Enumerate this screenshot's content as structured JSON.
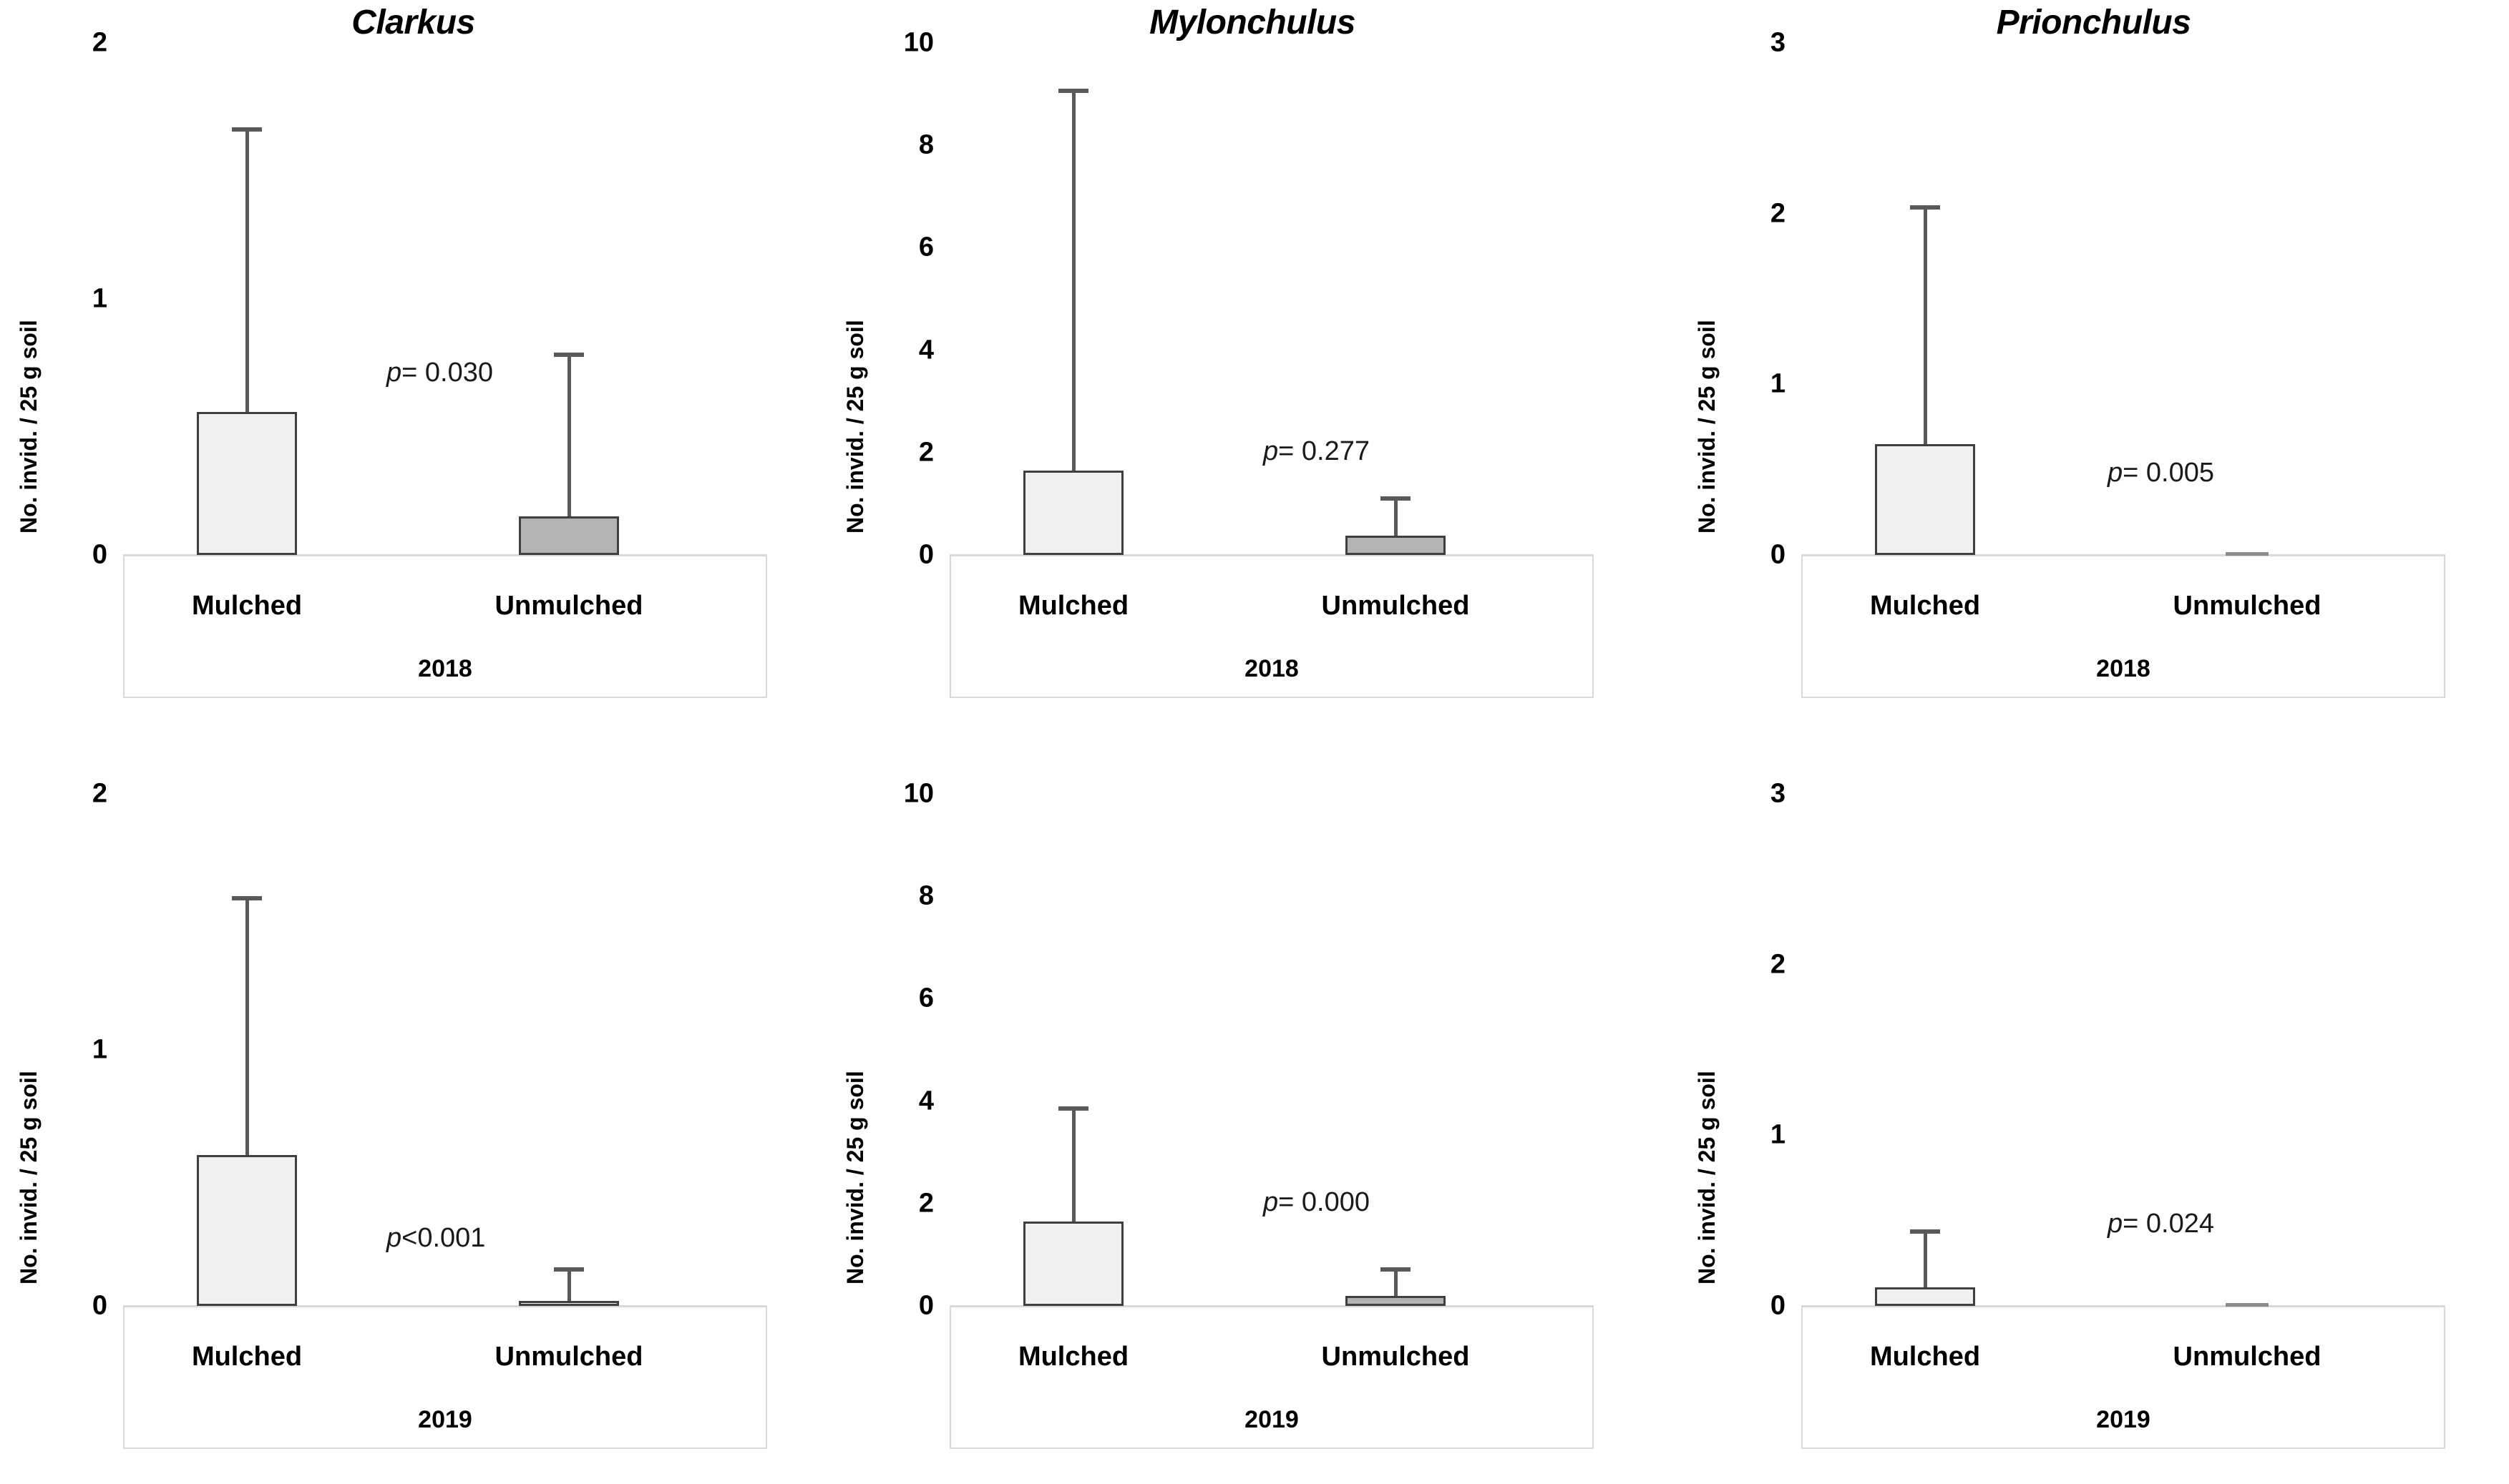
{
  "figure": {
    "axis_title": "No. invid. / 25 g soil",
    "categories": [
      "Mulched",
      "Unmulched"
    ],
    "colors": {
      "mulched_bar": "#f0f0f0",
      "unmulched_bar": "#b3b3b3",
      "bar_border": "#3f3f3f",
      "error_bar": "#595959",
      "axis_line": "#d9d9d9",
      "text": "#000000"
    }
  },
  "chart_data": {
    "type": "bar",
    "title": "",
    "xlabel": "",
    "ylabel": "No. invid. / 25 g soil",
    "grid": false,
    "legend": "none",
    "categories": [
      "Mulched",
      "Unmulched"
    ],
    "panels": [
      {
        "id": "clarkus-2018",
        "genus": "Clarkus",
        "year": "2018",
        "p_prefix": "p",
        "p_operator": "=",
        "p_value": "0.030",
        "p_text": "p= 0.030",
        "ylim": [
          0,
          2
        ],
        "yticks": [
          0,
          1,
          2
        ],
        "ytick_labels": [
          "0",
          "1",
          "2"
        ],
        "values": [
          0.56,
          0.15
        ],
        "errors": [
          1.11,
          0.64
        ],
        "error_tops": [
          1.67,
          0.79
        ],
        "bar_styles": [
          "light",
          "dark"
        ]
      },
      {
        "id": "mylonchulus-2018",
        "genus": "Mylonchulus",
        "year": "2018",
        "p_prefix": "p",
        "p_operator": "=",
        "p_value": "0.277",
        "p_text": "p= 0.277",
        "ylim": [
          0,
          10
        ],
        "yticks": [
          0,
          2,
          4,
          6,
          8,
          10
        ],
        "ytick_labels": [
          "0",
          "2",
          "4",
          "6",
          "8",
          "10"
        ],
        "values": [
          1.65,
          0.38
        ],
        "errors": [
          7.45,
          0.77
        ],
        "error_tops": [
          9.1,
          1.15
        ],
        "bar_styles": [
          "light",
          "dark"
        ]
      },
      {
        "id": "prionchulus-2018",
        "genus": "Prionchulus",
        "year": "2018",
        "p_prefix": "p",
        "p_operator": "=",
        "p_value": "0.005",
        "p_text": "p= 0.005",
        "ylim": [
          0,
          3
        ],
        "yticks": [
          0,
          1,
          2,
          3
        ],
        "ytick_labels": [
          "0",
          "1",
          "2",
          "3"
        ],
        "values": [
          0.65,
          0.0
        ],
        "errors": [
          1.4,
          0.0
        ],
        "error_tops": [
          2.05,
          0.0
        ],
        "bar_styles": [
          "light",
          "zero"
        ]
      },
      {
        "id": "clarkus-2019",
        "genus": "Clarkus",
        "year": "2019",
        "p_prefix": "p",
        "p_operator": "<",
        "p_value": "0.001",
        "p_text": "p<0.001",
        "ylim": [
          0,
          2
        ],
        "yticks": [
          0,
          1,
          2
        ],
        "ytick_labels": [
          "0",
          "1",
          "2"
        ],
        "values": [
          0.59,
          0.02
        ],
        "errors": [
          1.01,
          0.13
        ],
        "error_tops": [
          1.6,
          0.15
        ],
        "bar_styles": [
          "light",
          "light"
        ]
      },
      {
        "id": "mylonchulus-2019",
        "genus": "Mylonchulus",
        "year": "2019",
        "p_prefix": "p",
        "p_operator": "=",
        "p_value": "0.000",
        "p_text": "p= 0.000",
        "ylim": [
          0,
          10
        ],
        "yticks": [
          0,
          2,
          4,
          6,
          8,
          10
        ],
        "ytick_labels": [
          "0",
          "2",
          "4",
          "6",
          "8",
          "10"
        ],
        "values": [
          1.65,
          0.2
        ],
        "errors": [
          2.25,
          0.55
        ],
        "error_tops": [
          3.9,
          0.75
        ],
        "bar_styles": [
          "light",
          "dark"
        ]
      },
      {
        "id": "prionchulus-2019",
        "genus": "Prionchulus",
        "year": "2019",
        "p_prefix": "p",
        "p_operator": "=",
        "p_value": "0.024",
        "p_text": "p= 0.024",
        "ylim": [
          0,
          3
        ],
        "yticks": [
          0,
          1,
          2,
          3
        ],
        "ytick_labels": [
          "0",
          "1",
          "2",
          "3"
        ],
        "values": [
          0.11,
          0.0
        ],
        "errors": [
          0.34,
          0.0
        ],
        "error_tops": [
          0.45,
          0.0
        ],
        "bar_styles": [
          "light",
          "zero"
        ]
      }
    ]
  }
}
